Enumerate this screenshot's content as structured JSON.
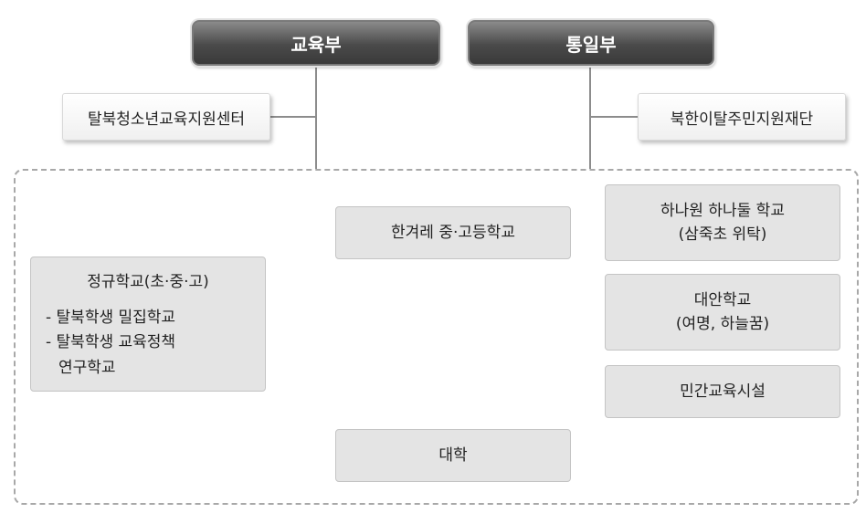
{
  "ministries": {
    "education": "교육부",
    "unification": "통일부"
  },
  "agencies": {
    "education_center": "탈북청소년교육지원센터",
    "unification_foundation": "북한이탈주민지원재단"
  },
  "regular_school": {
    "title": "정규학교(초·중·고)",
    "items": [
      "- 탈북학생 밀집학교",
      "- 탈북학생 교육정책",
      "연구학교"
    ]
  },
  "center_boxes": {
    "hangyeore": "한겨레 중·고등학교",
    "university": "대학"
  },
  "right_boxes": {
    "hanawon_line1": "하나원 하나둘 학교",
    "hanawon_line2": "(삼죽초 위탁)",
    "alternative_line1": "대안학교",
    "alternative_line2": "(여명, 하늘꿈)",
    "private": "민간교육시설"
  }
}
